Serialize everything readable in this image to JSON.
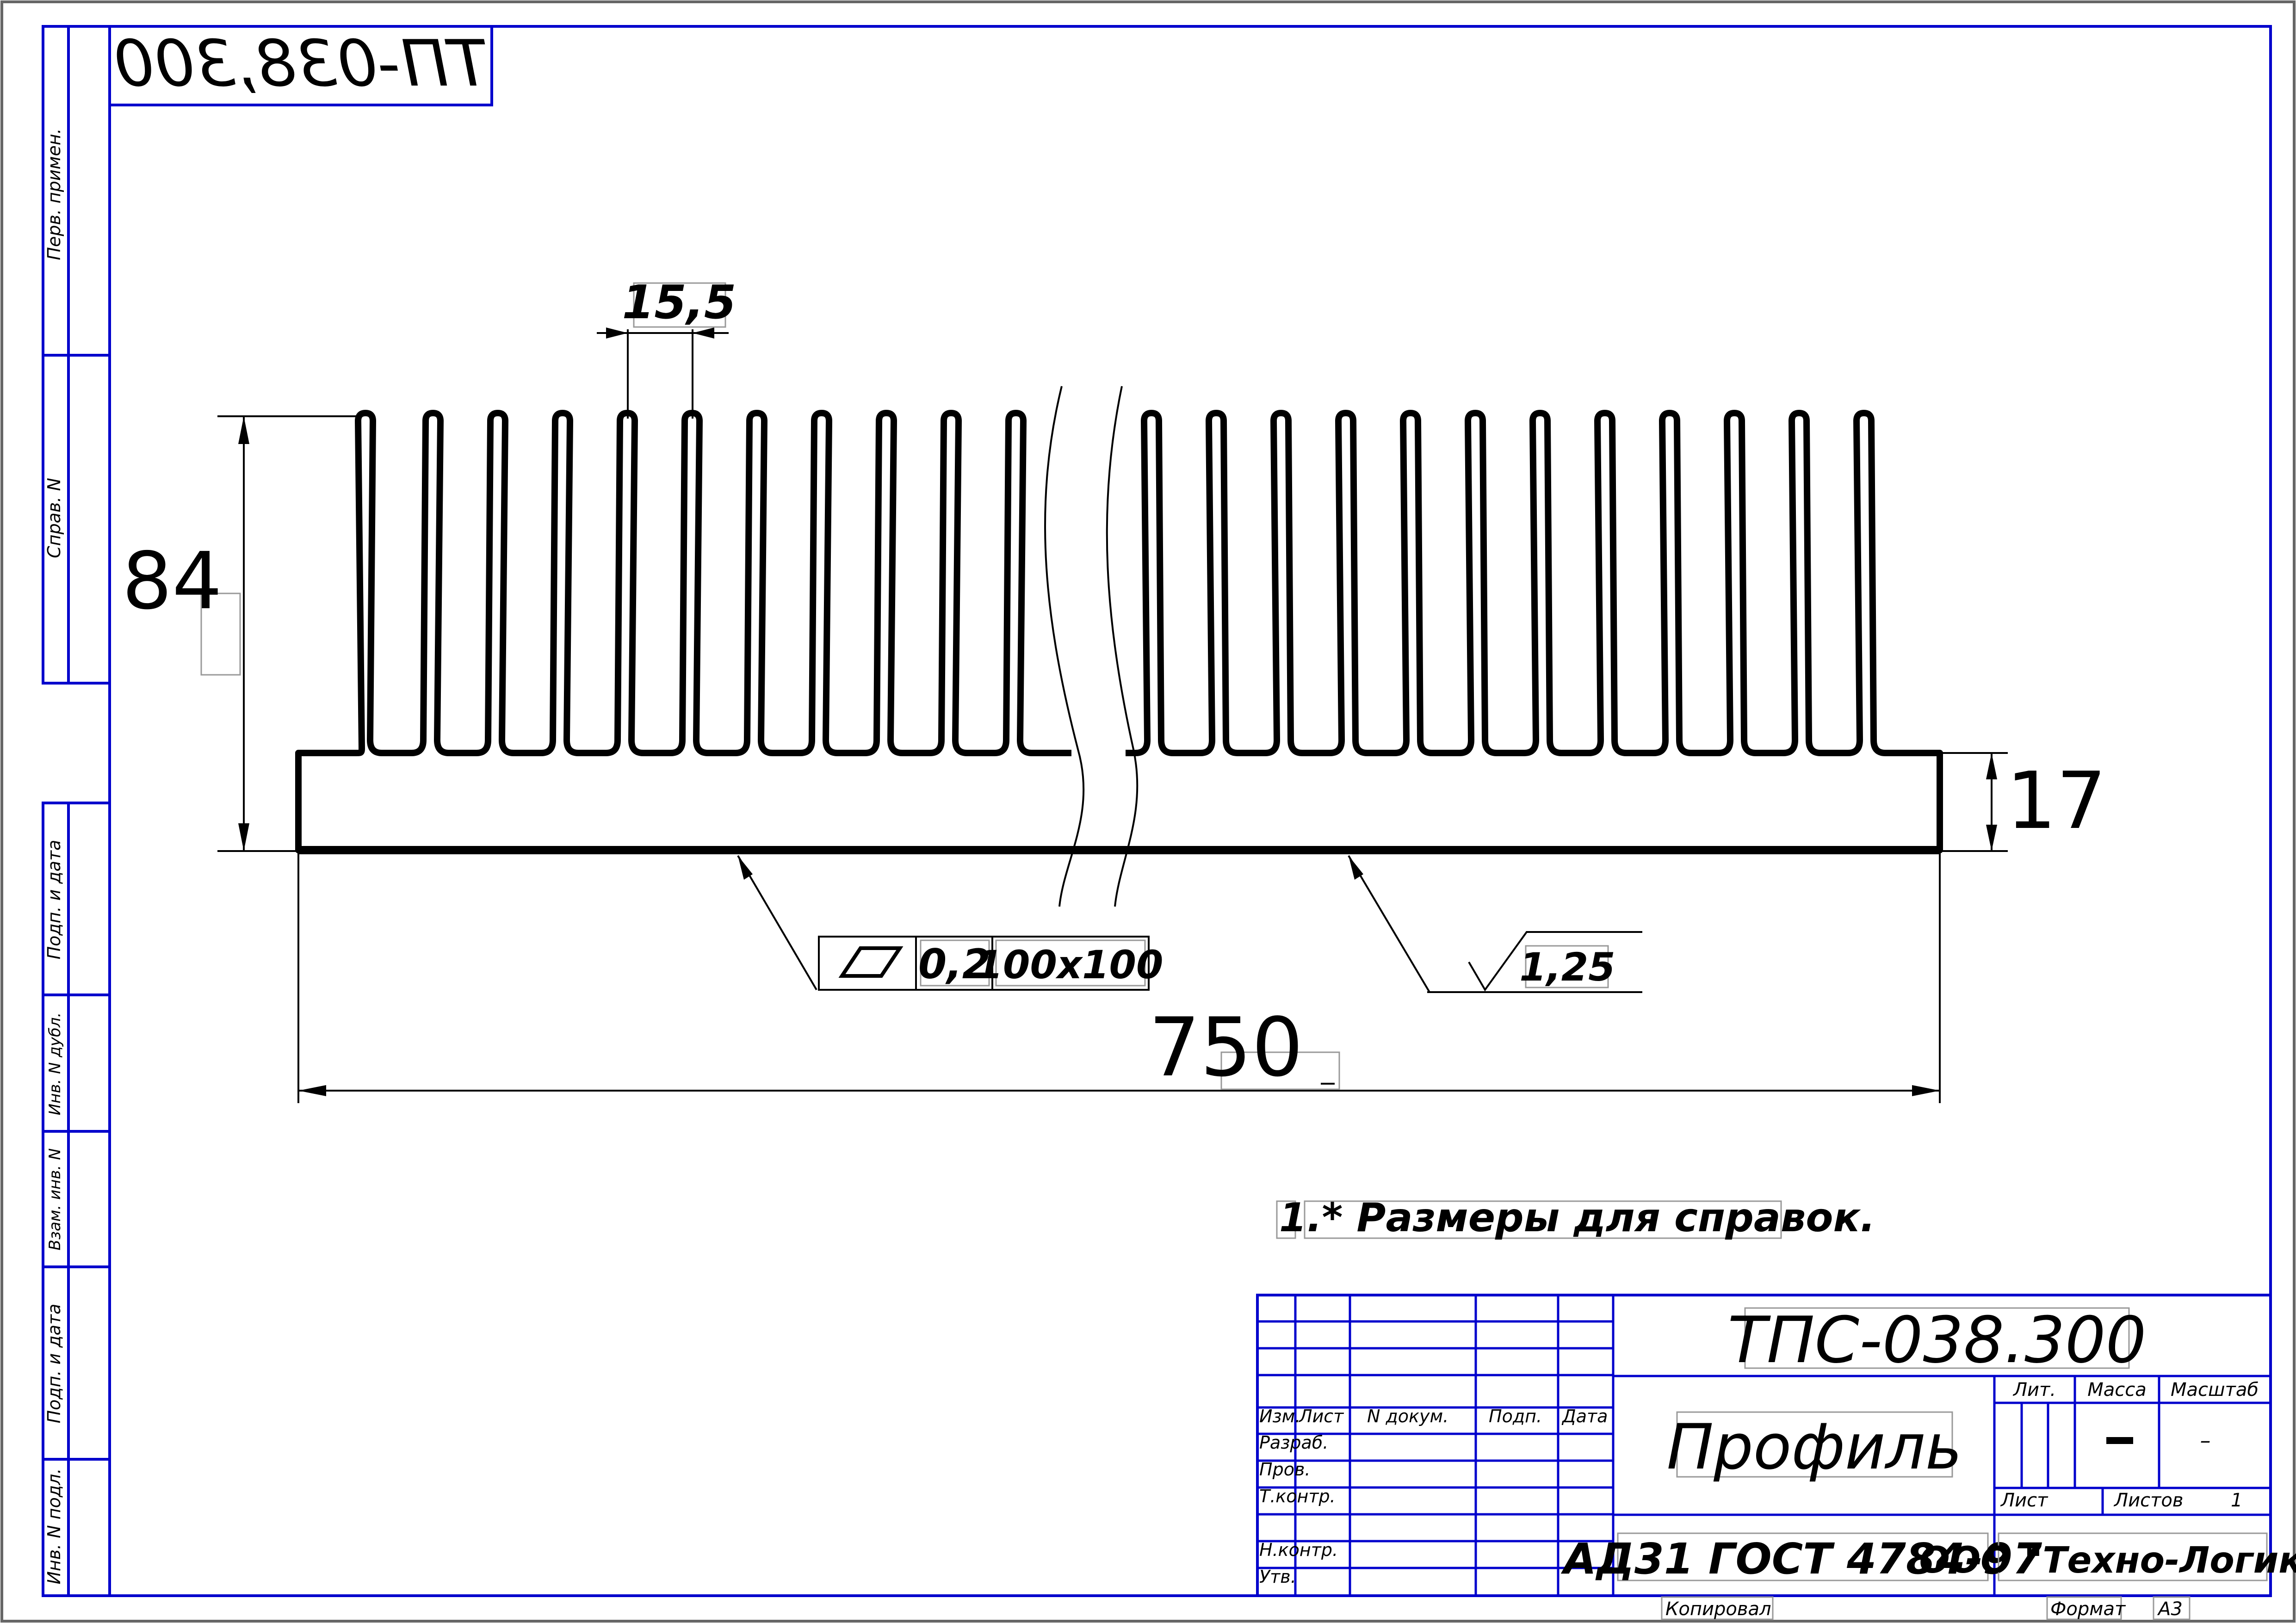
{
  "side_stamps": {
    "perv_primen": "Перв. примен.",
    "sprav_n": "Справ. N",
    "podp_data_1": "Подп. и дата",
    "inv_n_dubl": "Инв. N дубл.",
    "vzam_inv_n": "Взам. инв. N",
    "podp_data_2": "Подп. и дата",
    "inv_n_podl": "Инв. N подл."
  },
  "mirrored_code": "ТП-038,300",
  "dimensions": {
    "fin_pitch": "15,5",
    "height": "84",
    "base_thickness": "17",
    "length": "750",
    "flatness_value": "0,2",
    "flatness_area": "100x100",
    "roughness": "1,25"
  },
  "note": "1.* Размеры для справок.",
  "title_block": {
    "designation": "ТПС-038.300",
    "name": "Профиль",
    "material": "АД31 ГОСТ 4784-97",
    "company": "ООО \"Техно-Логика\"",
    "col_izm": "Изм.",
    "col_list": "Лист",
    "col_docum": "N докум.",
    "col_podp": "Подп.",
    "col_data": "Дата",
    "razrab": "Разраб.",
    "prov": "Пров.",
    "t_kontr": "Т.контр.",
    "n_kontr": "Н.контр.",
    "utv": "Утв.",
    "lit": "Лит.",
    "massa": "Масса",
    "masshtab": "Масштаб",
    "massa_value": "–",
    "masshtab_value": "–",
    "list_label": "Лист",
    "listov_label": "Листов",
    "listov_value": "1",
    "kopiroval": "Копировал",
    "format_label": "Формат",
    "format_value": "А3"
  },
  "colors": {
    "frame": "#0000cc",
    "lines": "#000000",
    "paper": "#ffffff"
  }
}
